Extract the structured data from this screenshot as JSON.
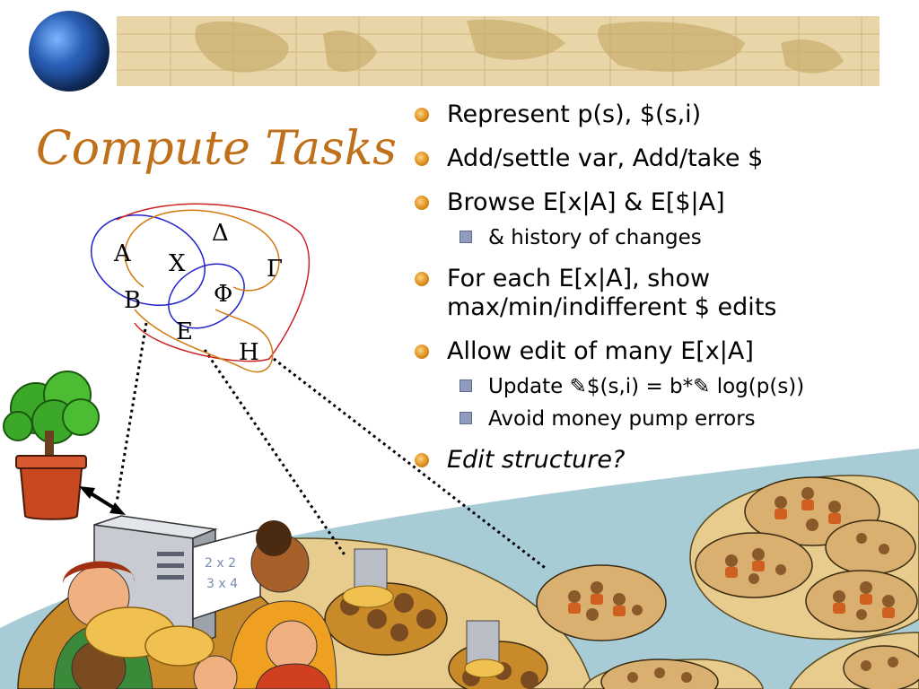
{
  "slide": {
    "title": "Compute Tasks",
    "bullets": [
      {
        "text": "Represent p(s), $(s,i)",
        "level": 1
      },
      {
        "text": "Add/settle var, Add/take $",
        "level": 1
      },
      {
        "text": "Browse E[x|A] & E[$|A]",
        "level": 1
      },
      {
        "text": "& history of changes",
        "level": 2
      },
      {
        "text": "For each E[x|A], show max/min/indifferent $ edits",
        "level": 1
      },
      {
        "text": "Allow edit of many E[x|A]",
        "level": 1
      },
      {
        "text": "Update ✎$(s,i) = b*✎ log(p(s))",
        "level": 2
      },
      {
        "text": "Avoid money pump errors",
        "level": 2
      },
      {
        "text": "Edit structure?",
        "level": 1,
        "italic": true
      }
    ]
  },
  "diagram": {
    "labels": {
      "a": "A",
      "x": "X",
      "delta": "Δ",
      "gamma": "Γ",
      "b": "B",
      "phi": "Φ",
      "e": "E",
      "h": "H"
    }
  },
  "whiteboard": {
    "line1": "2 x 2",
    "line2": "3 x 4"
  },
  "colors": {
    "title": "#c0701a",
    "banner": "#e9d6a8",
    "blue_ellipse": "#2222cc",
    "red_ellipse": "#cc2222",
    "orange_ellipse": "#d07a10",
    "background_land": "#e8cc8e",
    "background_sea": "#a8ccd6"
  }
}
